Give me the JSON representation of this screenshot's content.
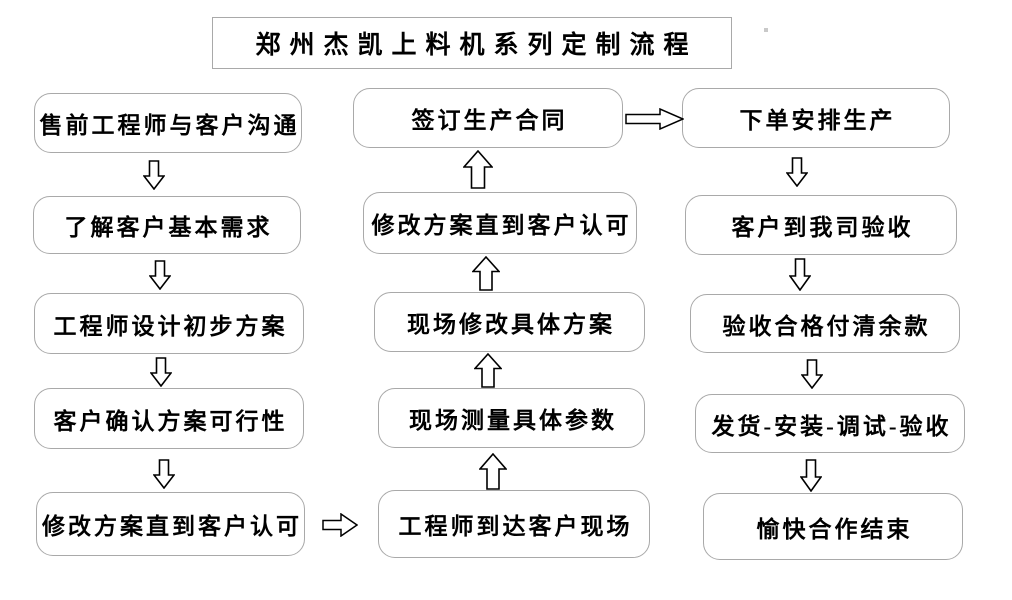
{
  "title": "郑州杰凯上料机系列定制流程",
  "nodes": {
    "left": [
      "售前工程师与客户沟通",
      "了解客户基本需求",
      "工程师设计初步方案",
      "客户确认方案可行性",
      "修改方案直到客户认可"
    ],
    "middle": [
      "签订生产合同",
      "修改方案直到客户认可",
      "现场修改具体方案",
      "现场测量具体参数",
      "工程师到达客户现场"
    ],
    "right": [
      "下单安排生产",
      "客户到我司验收",
      "验收合格付清余款",
      "发货-安装-调试-验收",
      "愉快合作结束"
    ]
  },
  "flow_direction": {
    "left_column": "top-to-bottom",
    "middle_column": "bottom-to-top",
    "right_column": "top-to-bottom"
  },
  "icons": {
    "down_arrow": "down-arrow-icon",
    "up_arrow": "up-arrow-icon",
    "right_arrow": "right-arrow-icon"
  },
  "colors": {
    "background": "#ffffff",
    "box_border": "#a9a9a9",
    "box_fill": "#ffffff",
    "arrow_stroke": "#000000",
    "text": "#000000"
  }
}
